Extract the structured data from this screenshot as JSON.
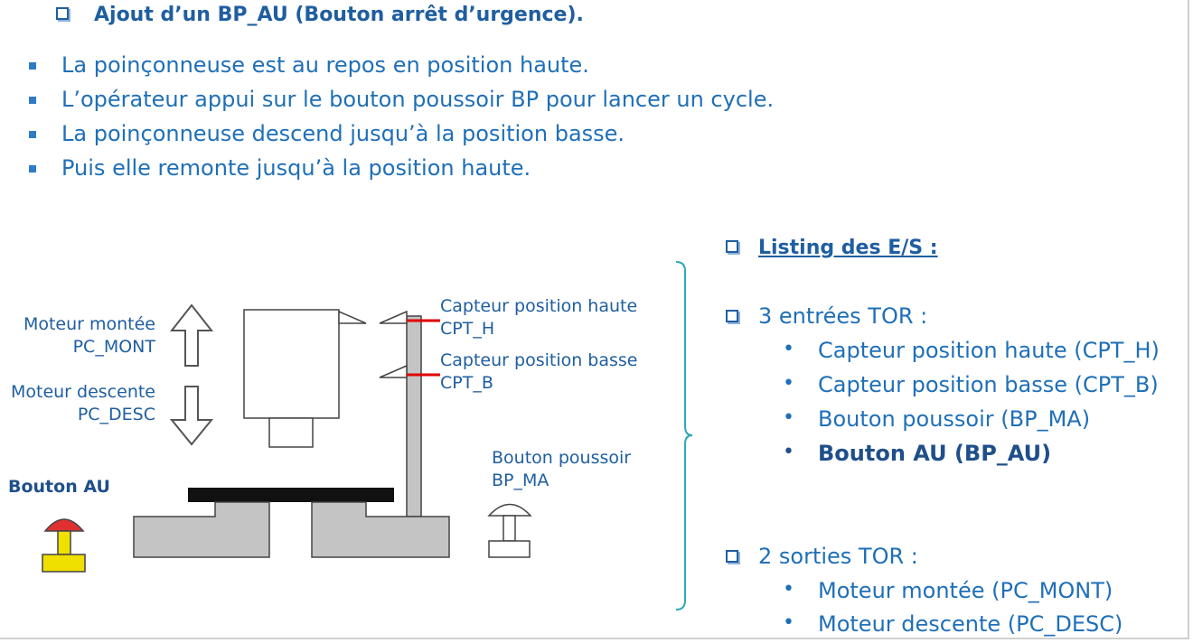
{
  "title": "Ajout d’un BP_AU (Bouton arrêt d’urgence).",
  "intro_items": [
    "La poinçonneuse est au repos en position haute.",
    "L’opérateur appui sur le bouton poussoir BP pour lancer un cycle.",
    "La poinçonneuse descend jusqu’à la position basse.",
    "Puis elle remonte jusqu’à la position haute."
  ],
  "diagram": {
    "motor_up_line1": "Moteur montée",
    "motor_up_line2": "PC_MONT",
    "motor_down_line1": "Moteur descente",
    "motor_down_line2": "PC_DESC",
    "sensor_high_line1": "Capteur position haute",
    "sensor_high_line2": "CPT_H",
    "sensor_low_line1": "Capteur position basse",
    "sensor_low_line2": "CPT_B",
    "push_button_line1": "Bouton poussoir",
    "push_button_line2": "BP_MA",
    "emergency_label": "Bouton AU",
    "colors": {
      "machine_gray": "#c4c4c4",
      "sensor_red": "#e00000",
      "au_red": "#e03030",
      "au_yellow": "#f0e000"
    }
  },
  "listing": {
    "heading": "Listing des E/S :",
    "inputs_heading": "3 entrées  TOR :",
    "inputs": [
      "Capteur position haute  (CPT_H)",
      "Capteur position basse (CPT_B)",
      "Bouton poussoir (BP_MA)"
    ],
    "inputs_bold": "Bouton AU (BP_AU)",
    "outputs_heading": "2 sorties TOR :",
    "outputs": [
      "Moteur montée  (PC_MONT)",
      "Moteur descente  (PC_DESC)"
    ],
    "bullet": "•"
  }
}
